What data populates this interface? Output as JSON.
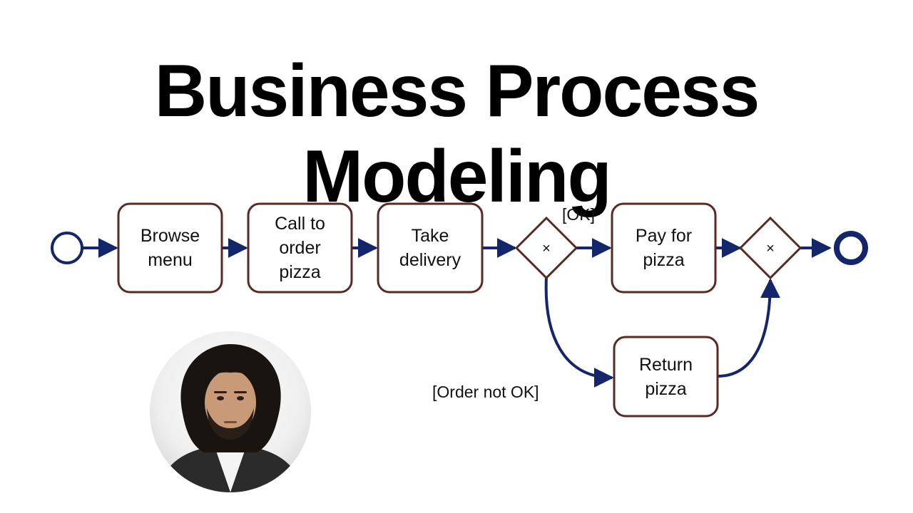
{
  "title": "Business Process Modeling",
  "diagram": {
    "tasks": {
      "browse_menu": [
        "Browse",
        "menu"
      ],
      "call_to_order": [
        "Call to",
        "order",
        "pizza"
      ],
      "take_delivery": [
        "Take",
        "delivery"
      ],
      "pay_for_pizza": [
        "Pay for",
        "pizza"
      ],
      "return_pizza": [
        "Return",
        "pizza"
      ]
    },
    "gateway_symbol": "×",
    "labels": {
      "ok": "[OK]",
      "not_ok": "[Order not OK]"
    }
  },
  "colors": {
    "flow": "#13266b",
    "task_border": "#5a2a22",
    "event": "#13266b"
  }
}
